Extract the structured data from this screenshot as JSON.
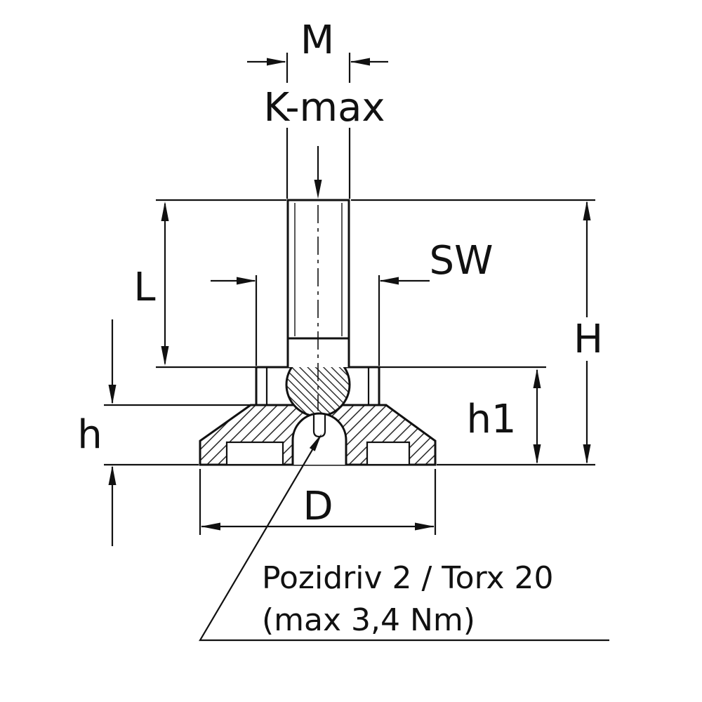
{
  "drawing": {
    "type": "technical-dimension-drawing",
    "part": "leveling-foot",
    "labels": {
      "thread_size": "M",
      "k_max": "K-max",
      "wrench_flats": "SW",
      "thread_length": "L",
      "overall_height": "H",
      "hub_height": "h1",
      "base_height": "h",
      "base_diameter": "D"
    },
    "note": {
      "line1": "Pozidriv 2 / Torx 20",
      "line2": "(max 3,4 Nm)"
    },
    "colors": {
      "ink": "#111111",
      "background": "#ffffff"
    }
  }
}
